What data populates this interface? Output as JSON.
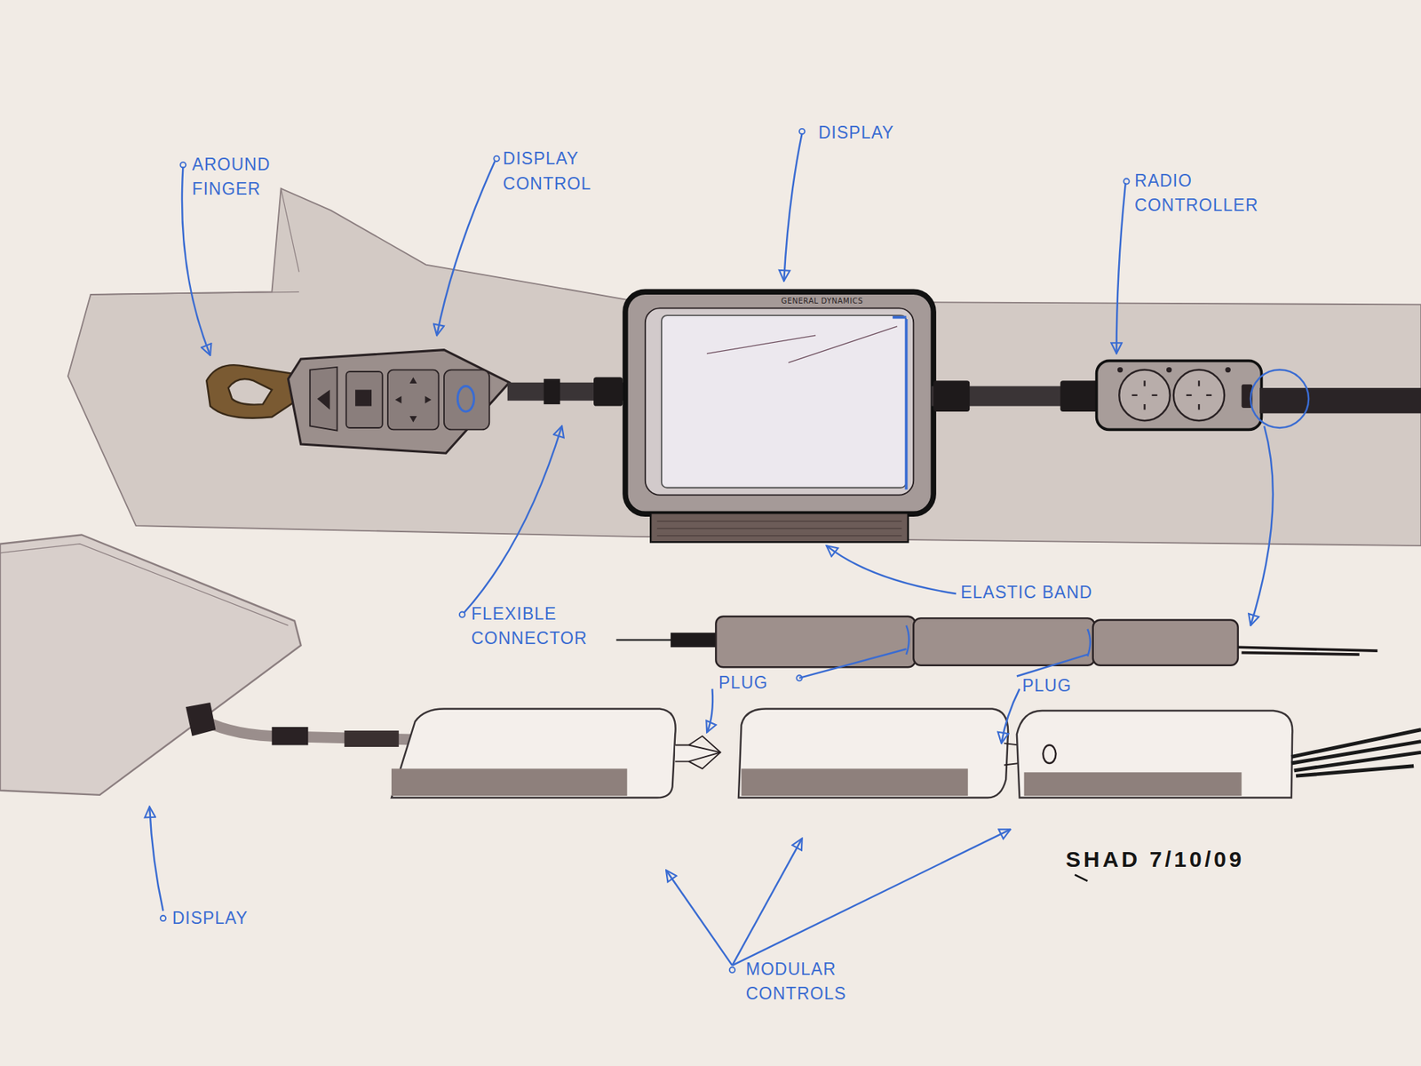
{
  "diagram": {
    "nodes": [
      {
        "text": [
          "GENERAL DYNAMICS"
        ]
      }
    ],
    "labels": [
      "AROUND FINGER",
      "DISPLAY CONTROL",
      "DISPLAY",
      "RADIO CONTROLLER",
      "ELASTIC BAND",
      "FLEXIBLE CONNECTOR",
      "PLUG",
      "PLUG",
      "DISPLAY",
      "MODULAR CONTROLS",
      "SHAD 7/10/09"
    ]
  }
}
